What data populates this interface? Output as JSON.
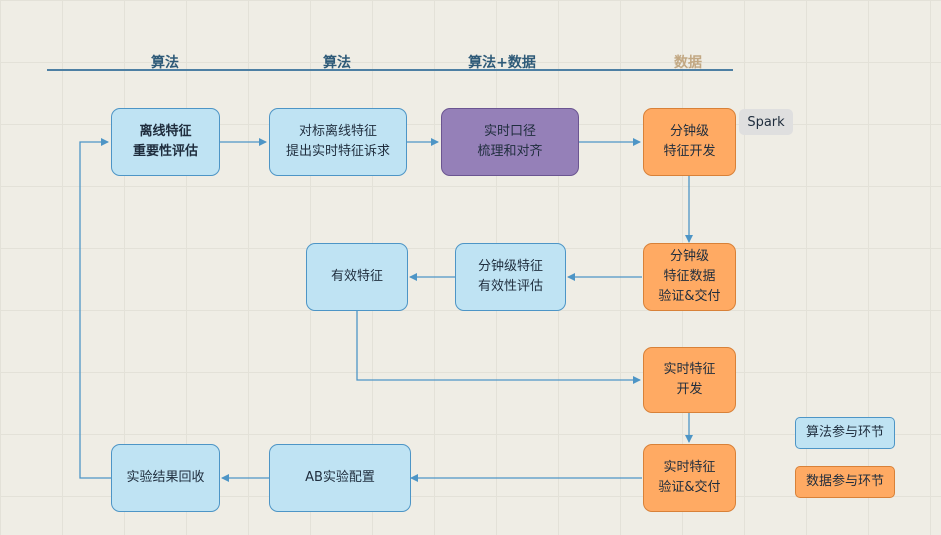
{
  "headers": {
    "h1": "算法",
    "h2": "算法",
    "h3": "算法+数据",
    "h4": "数据"
  },
  "nodes": {
    "offline_eval": "离线特征\n重要性评估",
    "benchmark": "对标离线特征\n提出实时特征诉求",
    "align": "实时口径\n梳理和对齐",
    "minute_dev": "分钟级\n特征开发",
    "minute_verify": "分钟级\n特征数据\n验证&交付",
    "minute_eval": "分钟级特征\n有效性评估",
    "effective": "有效特征",
    "rt_dev": "实时特征\n开发",
    "rt_verify": "实时特征\n验证&交付",
    "ab_config": "AB实验配置",
    "result": "实验结果回收"
  },
  "spark_tag": "Spark",
  "legend": {
    "algo": "算法参与环节",
    "data": "数据参与环节"
  },
  "colors": {
    "algo": "#bfe3f3",
    "data": "#ffaa63",
    "joint": "#9580b8",
    "line": "#4d95c6"
  }
}
